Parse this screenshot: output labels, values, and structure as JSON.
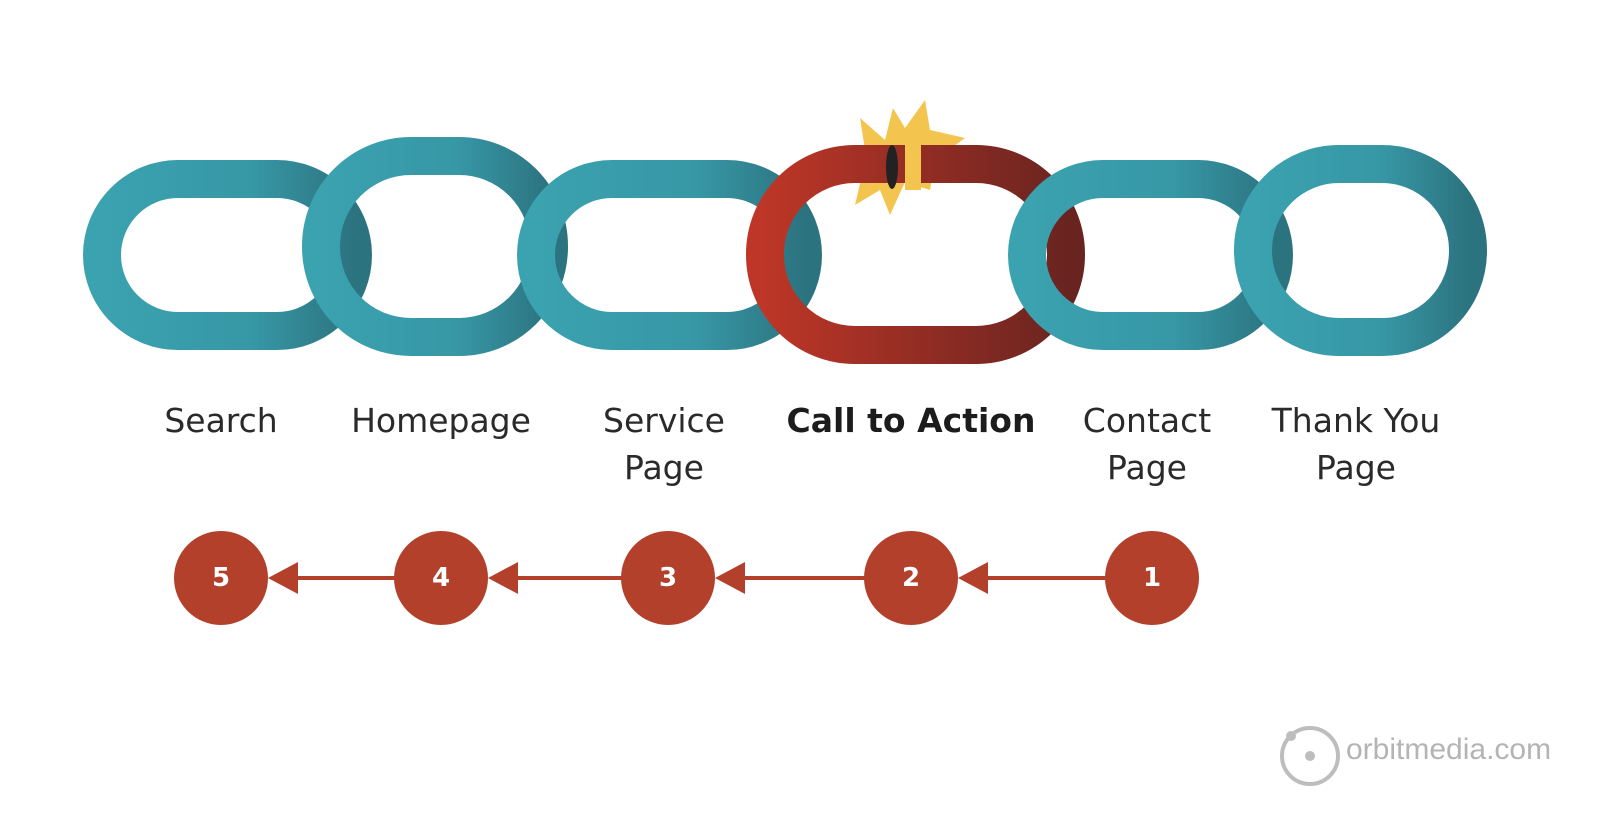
{
  "steps": [
    {
      "label": "Search",
      "number": "5"
    },
    {
      "label": "Homepage",
      "number": "4"
    },
    {
      "label": "Service\nPage",
      "number": "3"
    },
    {
      "label": "Call to Action",
      "number": "2",
      "broken": true
    },
    {
      "label": "Contact\nPage",
      "number": "1"
    },
    {
      "label": "Thank You\nPage"
    }
  ],
  "brand": {
    "text": "orbitmedia.com"
  },
  "colors": {
    "teal": "#3a9dab",
    "red": "#b3402b",
    "burst": "#f4c54e"
  },
  "icons": {
    "broken_link": "starburst-icon",
    "logo": "orbit-logo-icon"
  }
}
